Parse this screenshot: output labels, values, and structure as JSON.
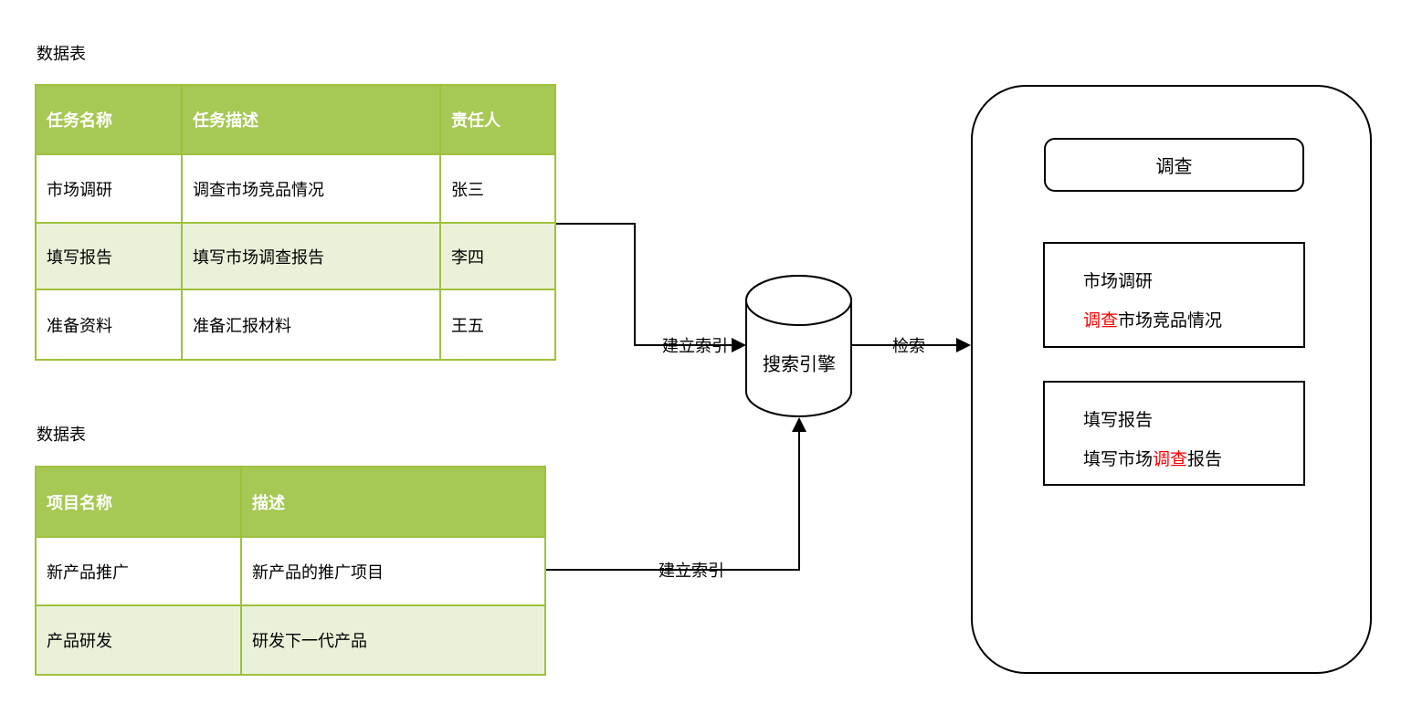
{
  "colors": {
    "table_header_green": "#a6c854",
    "table_alt_row_green": "#e9f2d9",
    "table_border_green": "#9ec13c",
    "highlight_red": "#fa0000",
    "line_black": "#000000"
  },
  "tables": [
    {
      "title": "数据表",
      "headers": [
        "任务名称",
        "任务描述",
        "责任人"
      ],
      "rows": [
        [
          "市场调研",
          "调查市场竞品情况",
          "张三"
        ],
        [
          "填写报告",
          "填写市场调查报告",
          "李四"
        ],
        [
          "准备资料",
          "准备汇报材料",
          "王五"
        ]
      ]
    },
    {
      "title": "数据表",
      "headers": [
        "项目名称",
        "描述"
      ],
      "rows": [
        [
          "新产品推广",
          "新产品的推广项目"
        ],
        [
          "产品研发",
          "研发下一代产品"
        ]
      ]
    }
  ],
  "engine": {
    "label": "搜索引擎"
  },
  "connectors": {
    "table1_to_engine": "建立索引",
    "table2_to_engine": "建立索引",
    "engine_to_panel": "检索"
  },
  "panel": {
    "query": "调查",
    "results": [
      {
        "title": "市场调研",
        "desc_before": "",
        "desc_highlight": "调查",
        "desc_after": "市场竞品情况"
      },
      {
        "title": "填写报告",
        "desc_before": "填写市场",
        "desc_highlight": "调查",
        "desc_after": "报告"
      }
    ]
  }
}
